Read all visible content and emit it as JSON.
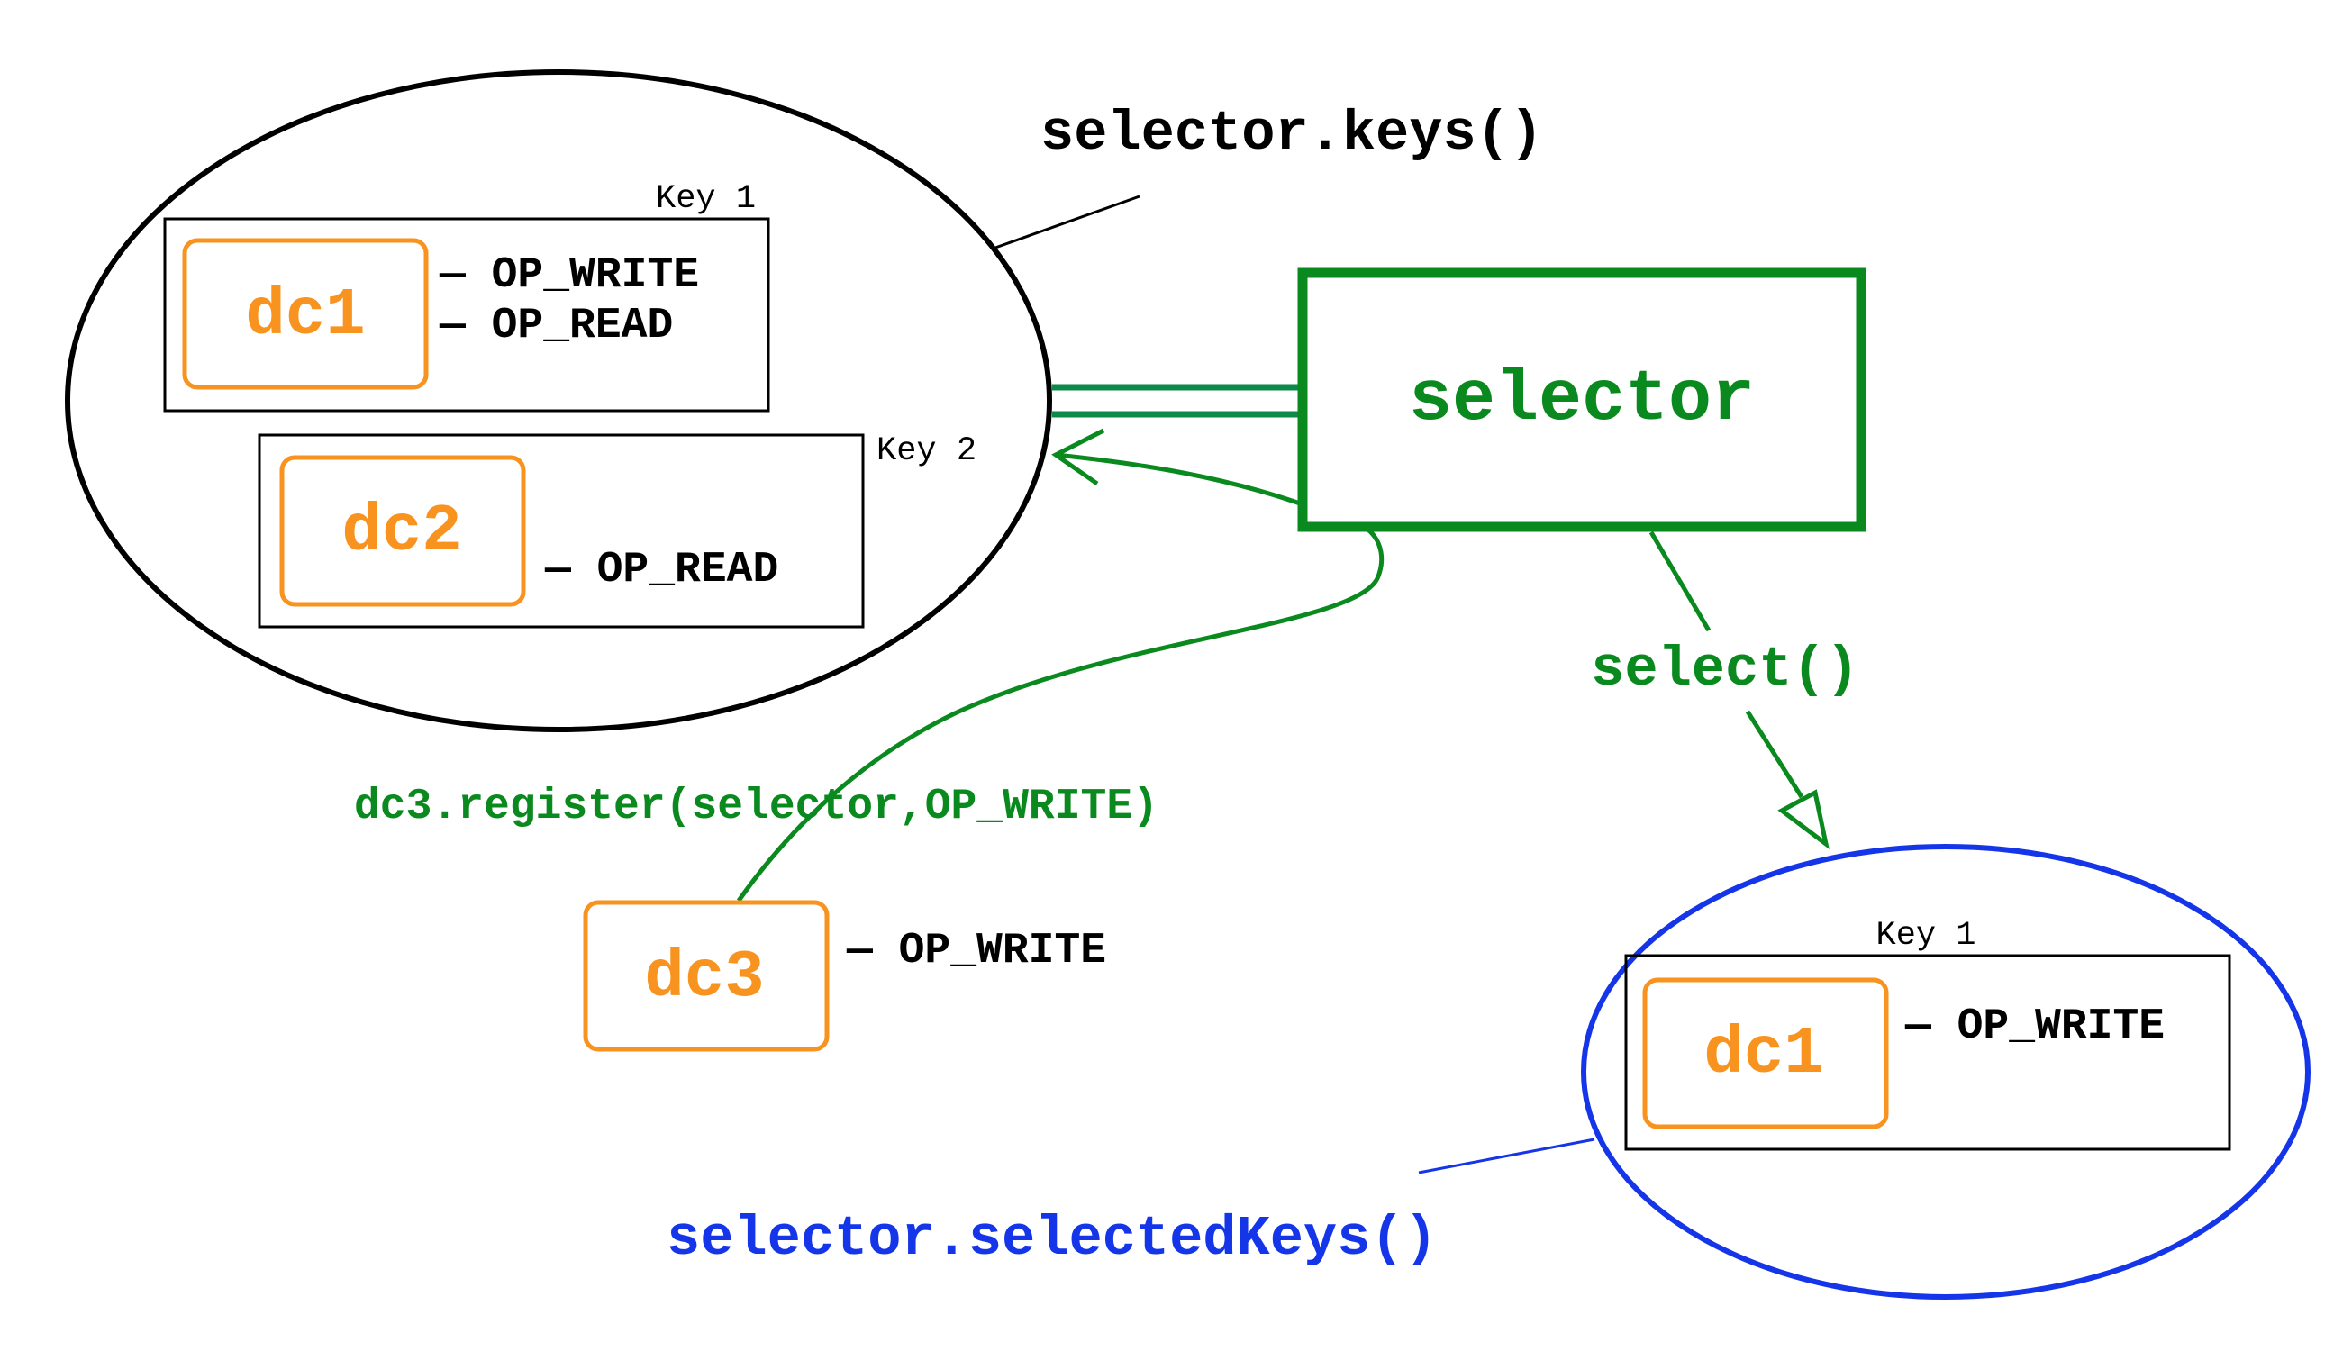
{
  "colors": {
    "black": "#000000",
    "orange": "#F7931E",
    "green": "#0A8A1E",
    "teal_green": "#0B8A4A",
    "blue": "#1435E8"
  },
  "all_keys": {
    "label": "selector.keys()",
    "key1": {
      "label": "Key 1",
      "channel": "dc1",
      "ops": [
        "— OP_WRITE",
        "— OP_READ"
      ]
    },
    "key2": {
      "label": "Key 2",
      "channel": "dc2",
      "ops": [
        "— OP_READ"
      ]
    }
  },
  "selector": {
    "label": "selector"
  },
  "register": {
    "label": "dc3.register(selector,OP_WRITE)",
    "channel": "dc3",
    "op": "— OP_WRITE"
  },
  "select_call": {
    "label": "select()"
  },
  "selected_keys": {
    "label": "selector.selectedKeys()",
    "key1": {
      "label": "Key 1",
      "channel": "dc1",
      "op": "— OP_WRITE"
    }
  }
}
